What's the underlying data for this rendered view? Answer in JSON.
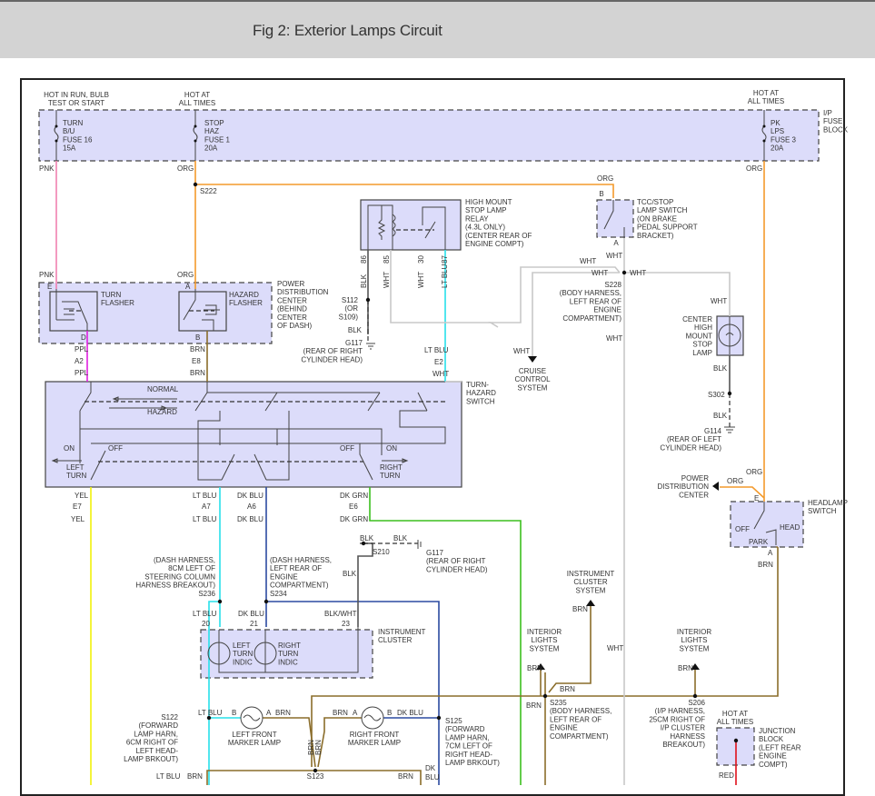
{
  "header": {
    "title": "Fig 2: Exterior Lamps Circuit"
  },
  "colors": {
    "pnk": "#f080b0",
    "org": "#f39a2c",
    "ppl": "#e020e0",
    "brn": "#8a6d2a",
    "ltblu": "#27e0ea",
    "dkblu": "#2b4aa0",
    "yel": "#f2f20a",
    "dkgrn": "#3bbf1e",
    "wht": "#c8c8c8",
    "blk": "#555555",
    "red": "#e0101a",
    "box": "#dcdcfa"
  },
  "fuse_block": {
    "label": [
      "I/P",
      "FUSE",
      "BLOCK"
    ],
    "feeds": [
      {
        "hot": [
          "HOT IN RUN, BULB",
          "TEST OR START"
        ],
        "fuse": [
          "TURN",
          "B/U",
          "FUSE 16",
          "15A"
        ],
        "wire": "PNK"
      },
      {
        "hot": [
          "HOT AT",
          "ALL TIMES"
        ],
        "fuse": [
          "STOP",
          "HAZ",
          "FUSE 1",
          "20A"
        ],
        "wire": "ORG"
      },
      {
        "hot": [
          "HOT AT",
          "ALL TIMES"
        ],
        "fuse": [
          "PK",
          "LPS",
          "FUSE 3",
          "20A"
        ],
        "wire": "ORG"
      }
    ]
  },
  "splices": {
    "s222": "S222",
    "s112": [
      "S112",
      "(OR",
      "S109)"
    ],
    "s228": [
      "S228",
      "(BODY HARNESS,",
      "LEFT REAR OF",
      "ENGINE",
      "COMPARTMENT)"
    ],
    "s302": "S302",
    "s210": "S210",
    "s236": [
      "(DASH HARNESS,",
      "8CM LEFT OF",
      "STEERING COLUMN",
      "HARNESS BREAKOUT)",
      "S236"
    ],
    "s234": [
      "(DASH HARNESS,",
      "LEFT REAR OF",
      "ENGINE",
      "COMPARTMENT)",
      "S234"
    ],
    "s122": [
      "S122",
      "(FORWARD",
      "LAMP HARN,",
      "6CM RIGHT OF",
      "LEFT HEAD-",
      "LAMP BRKOUT)"
    ],
    "s125": [
      "S125",
      "(FORWARD",
      "LAMP HARN,",
      "7CM LEFT OF",
      "RIGHT HEAD-",
      "LAMP BRKOUT)"
    ],
    "s123": "S123",
    "s235": [
      "S235",
      "(BODY HARNESS,",
      "LEFT REAR OF",
      "ENGINE",
      "COMPARTMENT)"
    ],
    "s206": [
      "S206",
      "(I/P HARNESS,",
      "25CM RIGHT OF",
      "I/P CLUSTER",
      "HARNESS",
      "BREAKOUT)"
    ]
  },
  "grounds": {
    "g117a": [
      "G117",
      "(REAR OF RIGHT",
      "CYLINDER HEAD)"
    ],
    "g114": [
      "G114",
      "(REAR OF LEFT",
      "CYLINDER HEAD)"
    ],
    "g117b": [
      "G117",
      "(REAR OF RIGHT",
      "CYLINDER HEAD)"
    ]
  },
  "relay": {
    "label": [
      "HIGH MOUNT",
      "STOP LAMP",
      "RELAY",
      "(4.3L ONLY)",
      "(CENTER REAR OF",
      "ENGINE COMPT)"
    ],
    "pins": [
      "86",
      "85",
      "30",
      "87"
    ],
    "wires": [
      "BLK",
      "WHT",
      "WHT",
      "LT BLU"
    ]
  },
  "tcc_switch": {
    "label": [
      "TCC/STOP",
      "LAMP SWITCH",
      "(ON BRAKE",
      "PEDAL SUPPORT",
      "BRACKET)"
    ],
    "pin_b": "B",
    "pin_a": "A"
  },
  "pdc": {
    "label": [
      "POWER",
      "DISTRIBUTION",
      "CENTER",
      "(BEHIND",
      "CENTER",
      "OF DASH)"
    ],
    "turn_flasher": [
      "TURN",
      "FLASHER"
    ],
    "hazard_flasher": [
      "HAZARD",
      "FLASHER"
    ],
    "pins": {
      "e": "E",
      "d": "D",
      "a": "A",
      "b": "B"
    }
  },
  "turn_hazard_switch": {
    "label": [
      "TURN-",
      "HAZARD",
      "SWITCH"
    ],
    "normal": "NORMAL",
    "hazard": "HAZARD",
    "left": {
      "on": "ON",
      "off": "OFF",
      "label": [
        "LEFT",
        "TURN"
      ]
    },
    "right": {
      "on": "ON",
      "off": "OFF",
      "label": [
        "RIGHT",
        "TURN"
      ]
    }
  },
  "connectors": {
    "a2": "A2",
    "e8_top": "E8",
    "e2": "E2",
    "e7": "E7",
    "a7": "A7",
    "a6": "A6",
    "e6": "E6"
  },
  "wire_labels": {
    "pnk": "PNK",
    "org": "ORG",
    "ppl": "PPL",
    "brn": "BRN",
    "wht": "WHT",
    "blk": "BLK",
    "ltblu": "LT BLU",
    "dkblu": "DK BLU",
    "yel": "YEL",
    "dkgrn": "DK GRN",
    "blkwht": "BLK/WHT",
    "red": "RED",
    "dk": "DK",
    "blu": "BLU"
  },
  "chmsl": {
    "label": [
      "CENTER",
      "HIGH",
      "MOUNT",
      "STOP",
      "LAMP"
    ]
  },
  "cruise": {
    "label": [
      "CRUISE",
      "CONTROL",
      "SYSTEM"
    ]
  },
  "headlamp_switch": {
    "label": [
      "HEADLAMP",
      "SWITCH"
    ],
    "off": "OFF",
    "head": "HEAD",
    "park": "PARK",
    "pin_e": "E",
    "pin_a": "A",
    "pdc": [
      "POWER",
      "DISTRIBUTION",
      "CENTER"
    ]
  },
  "instrument_cluster": {
    "label": [
      "INSTRUMENT",
      "CLUSTER"
    ],
    "left": [
      "LEFT",
      "TURN",
      "INDIC"
    ],
    "right": [
      "RIGHT",
      "TURN",
      "INDIC"
    ],
    "pins": [
      "20",
      "21",
      "23"
    ]
  },
  "refs": {
    "ic_system": [
      "INSTRUMENT",
      "CLUSTER",
      "SYSTEM"
    ],
    "interior1": [
      "INTERIOR",
      "LIGHTS",
      "SYSTEM"
    ],
    "interior2": [
      "INTERIOR",
      "LIGHTS",
      "SYSTEM"
    ]
  },
  "marker_lamps": {
    "left": {
      "label": [
        "LEFT FRONT",
        "MARKER LAMP"
      ],
      "pin_b": "B",
      "pin_a": "A"
    },
    "right": {
      "label": [
        "RIGHT FRONT",
        "MARKER LAMP"
      ],
      "pin_b": "B",
      "pin_a": "A"
    }
  },
  "junction_block": {
    "hot": [
      "HOT AT",
      "ALL TIMES"
    ],
    "label": [
      "JUNCTION",
      "BLOCK",
      "(LEFT REAR",
      "ENGINE",
      "COMPT)"
    ]
  }
}
